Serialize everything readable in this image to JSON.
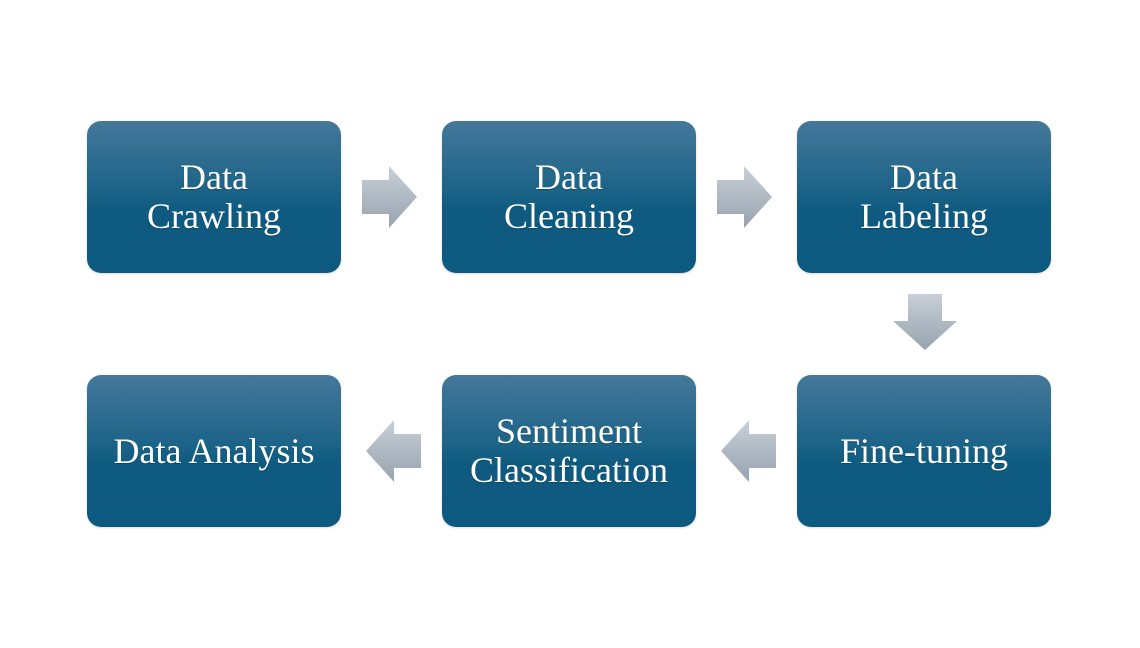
{
  "diagram": {
    "steps": [
      {
        "label": "Data\nCrawling"
      },
      {
        "label": "Data\nCleaning"
      },
      {
        "label": "Data\nLabeling"
      },
      {
        "label": "Fine-tuning"
      },
      {
        "label": "Sentiment\nClassification"
      },
      {
        "label": "Data Analysis"
      }
    ],
    "colors": {
      "box_top": "#45789a",
      "box_bottom": "#0d5a80",
      "text": "#ffffff",
      "arrow_top": "#c5ccd4",
      "arrow_bottom": "#9aa6b2"
    },
    "arrows": [
      {
        "direction": "right"
      },
      {
        "direction": "right"
      },
      {
        "direction": "down"
      },
      {
        "direction": "left"
      },
      {
        "direction": "left"
      }
    ]
  }
}
